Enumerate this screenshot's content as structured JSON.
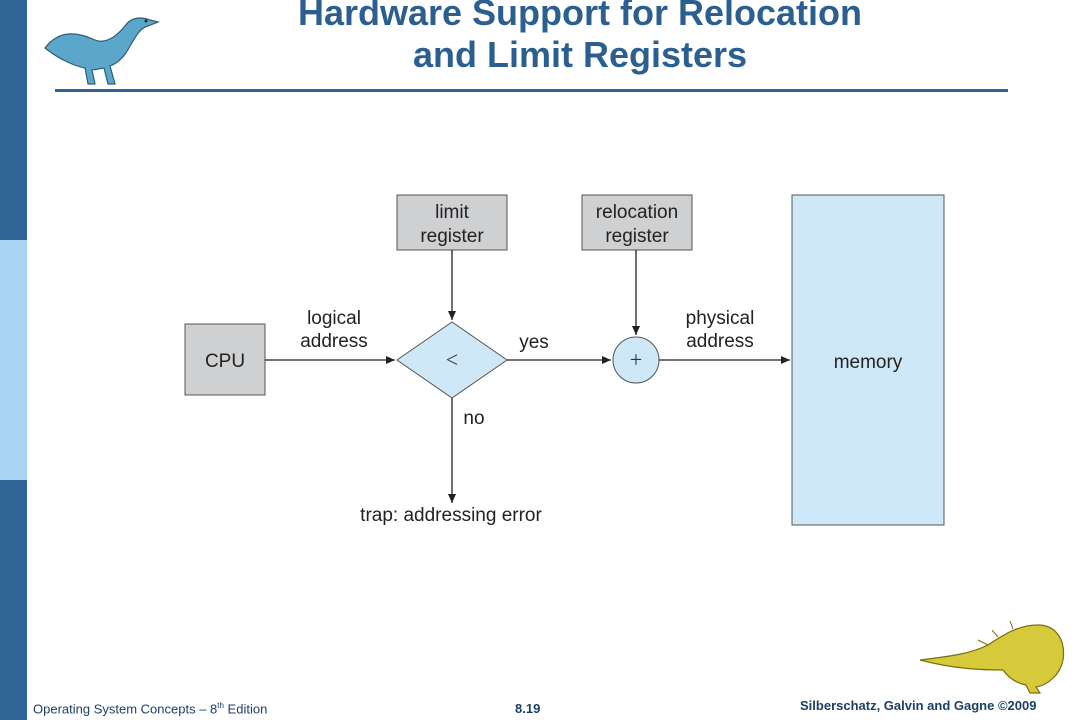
{
  "slide": {
    "title_line1": "Hardware Support for Relocation",
    "title_line2": "and Limit Registers"
  },
  "diagram": {
    "limit_register": [
      "limit",
      "register"
    ],
    "relocation_register": [
      "relocation",
      "register"
    ],
    "cpu": "CPU",
    "compare_symbol": "<",
    "adder_symbol": "+",
    "memory": "memory",
    "logical_address": [
      "logical",
      "address"
    ],
    "physical_address": [
      "physical",
      "address"
    ],
    "yes": "yes",
    "no": "no",
    "trap": "trap: addressing error"
  },
  "footer": {
    "left_prefix": "Operating System Concepts – 8",
    "left_sup": "th",
    "left_suffix": " Edition",
    "center": "8.19",
    "right": "Silberschatz, Galvin and Gagne ©2009"
  },
  "colors": {
    "sidebar": "#2f6596",
    "title": "#2b5f8f",
    "box_gray": "#cfd0d2",
    "diagram_blue": "#cfe8f8"
  }
}
